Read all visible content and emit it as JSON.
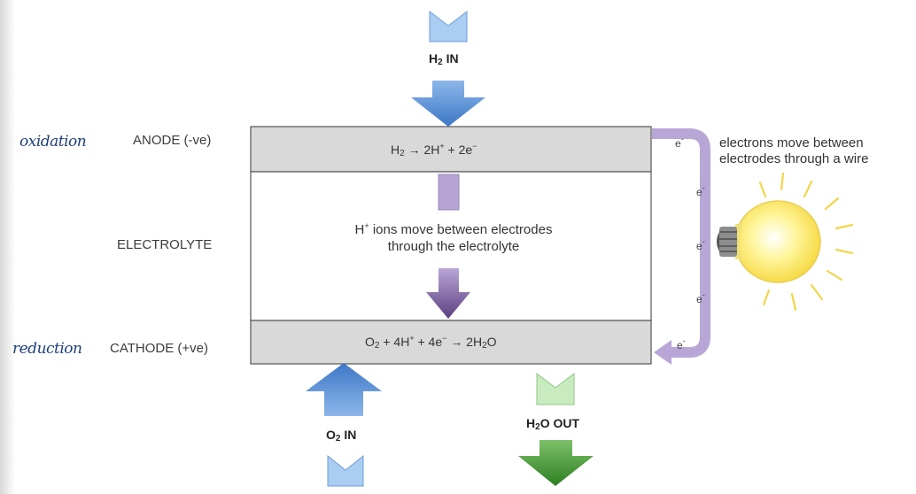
{
  "labels": {
    "anode": "ANODE (-ve)",
    "electrolyte": "ELECTROLYTE",
    "cathode": "CATHODE (+ve)",
    "anode_note": "oxidation",
    "cathode_note": "reduction"
  },
  "flows": {
    "h2_in": {
      "main": "H",
      "sub": "2",
      "tail": " IN"
    },
    "o2_in": {
      "main": "O",
      "sub": "2",
      "tail": " IN"
    },
    "h2o_out": {
      "pre": "H",
      "sub": "2",
      "tail": "O OUT"
    }
  },
  "anode_equation": {
    "p1": "H",
    "s1": "2",
    "p2": " → 2H",
    "sup1": "+",
    "p3": " + 2e",
    "sup2": "−"
  },
  "electrolyte_text": {
    "line1_pre": "H",
    "line1_sup": "+",
    "line1_post": " ions move between electrodes",
    "line2": "through the electrolyte"
  },
  "cathode_equation": {
    "p1": "O",
    "s1": "2",
    "p2": " + 4H",
    "sup1": "+",
    "p3": " + 4e",
    "sup2": "−",
    "p4": " → 2H",
    "s2": "2",
    "p5": "O"
  },
  "wire": {
    "note_line1": "electrons move between",
    "note_line2": "electrodes through a wire",
    "electron_symbol": "e",
    "electron_sup": "-"
  },
  "colors": {
    "blue_arrow": "#4a86d4",
    "blue_chevron": "#a9cdf3",
    "purple_arrow": "#6a4e8c",
    "purple_light": "#b7a4d2",
    "green_arrow": "#3f8f2e",
    "green_chevron": "#c8ecc0",
    "electrode_fill": "#d9d9d9",
    "wire": "#b8a6d6",
    "bulb": "#fff27a",
    "note_ink": "#1f3f7a"
  }
}
